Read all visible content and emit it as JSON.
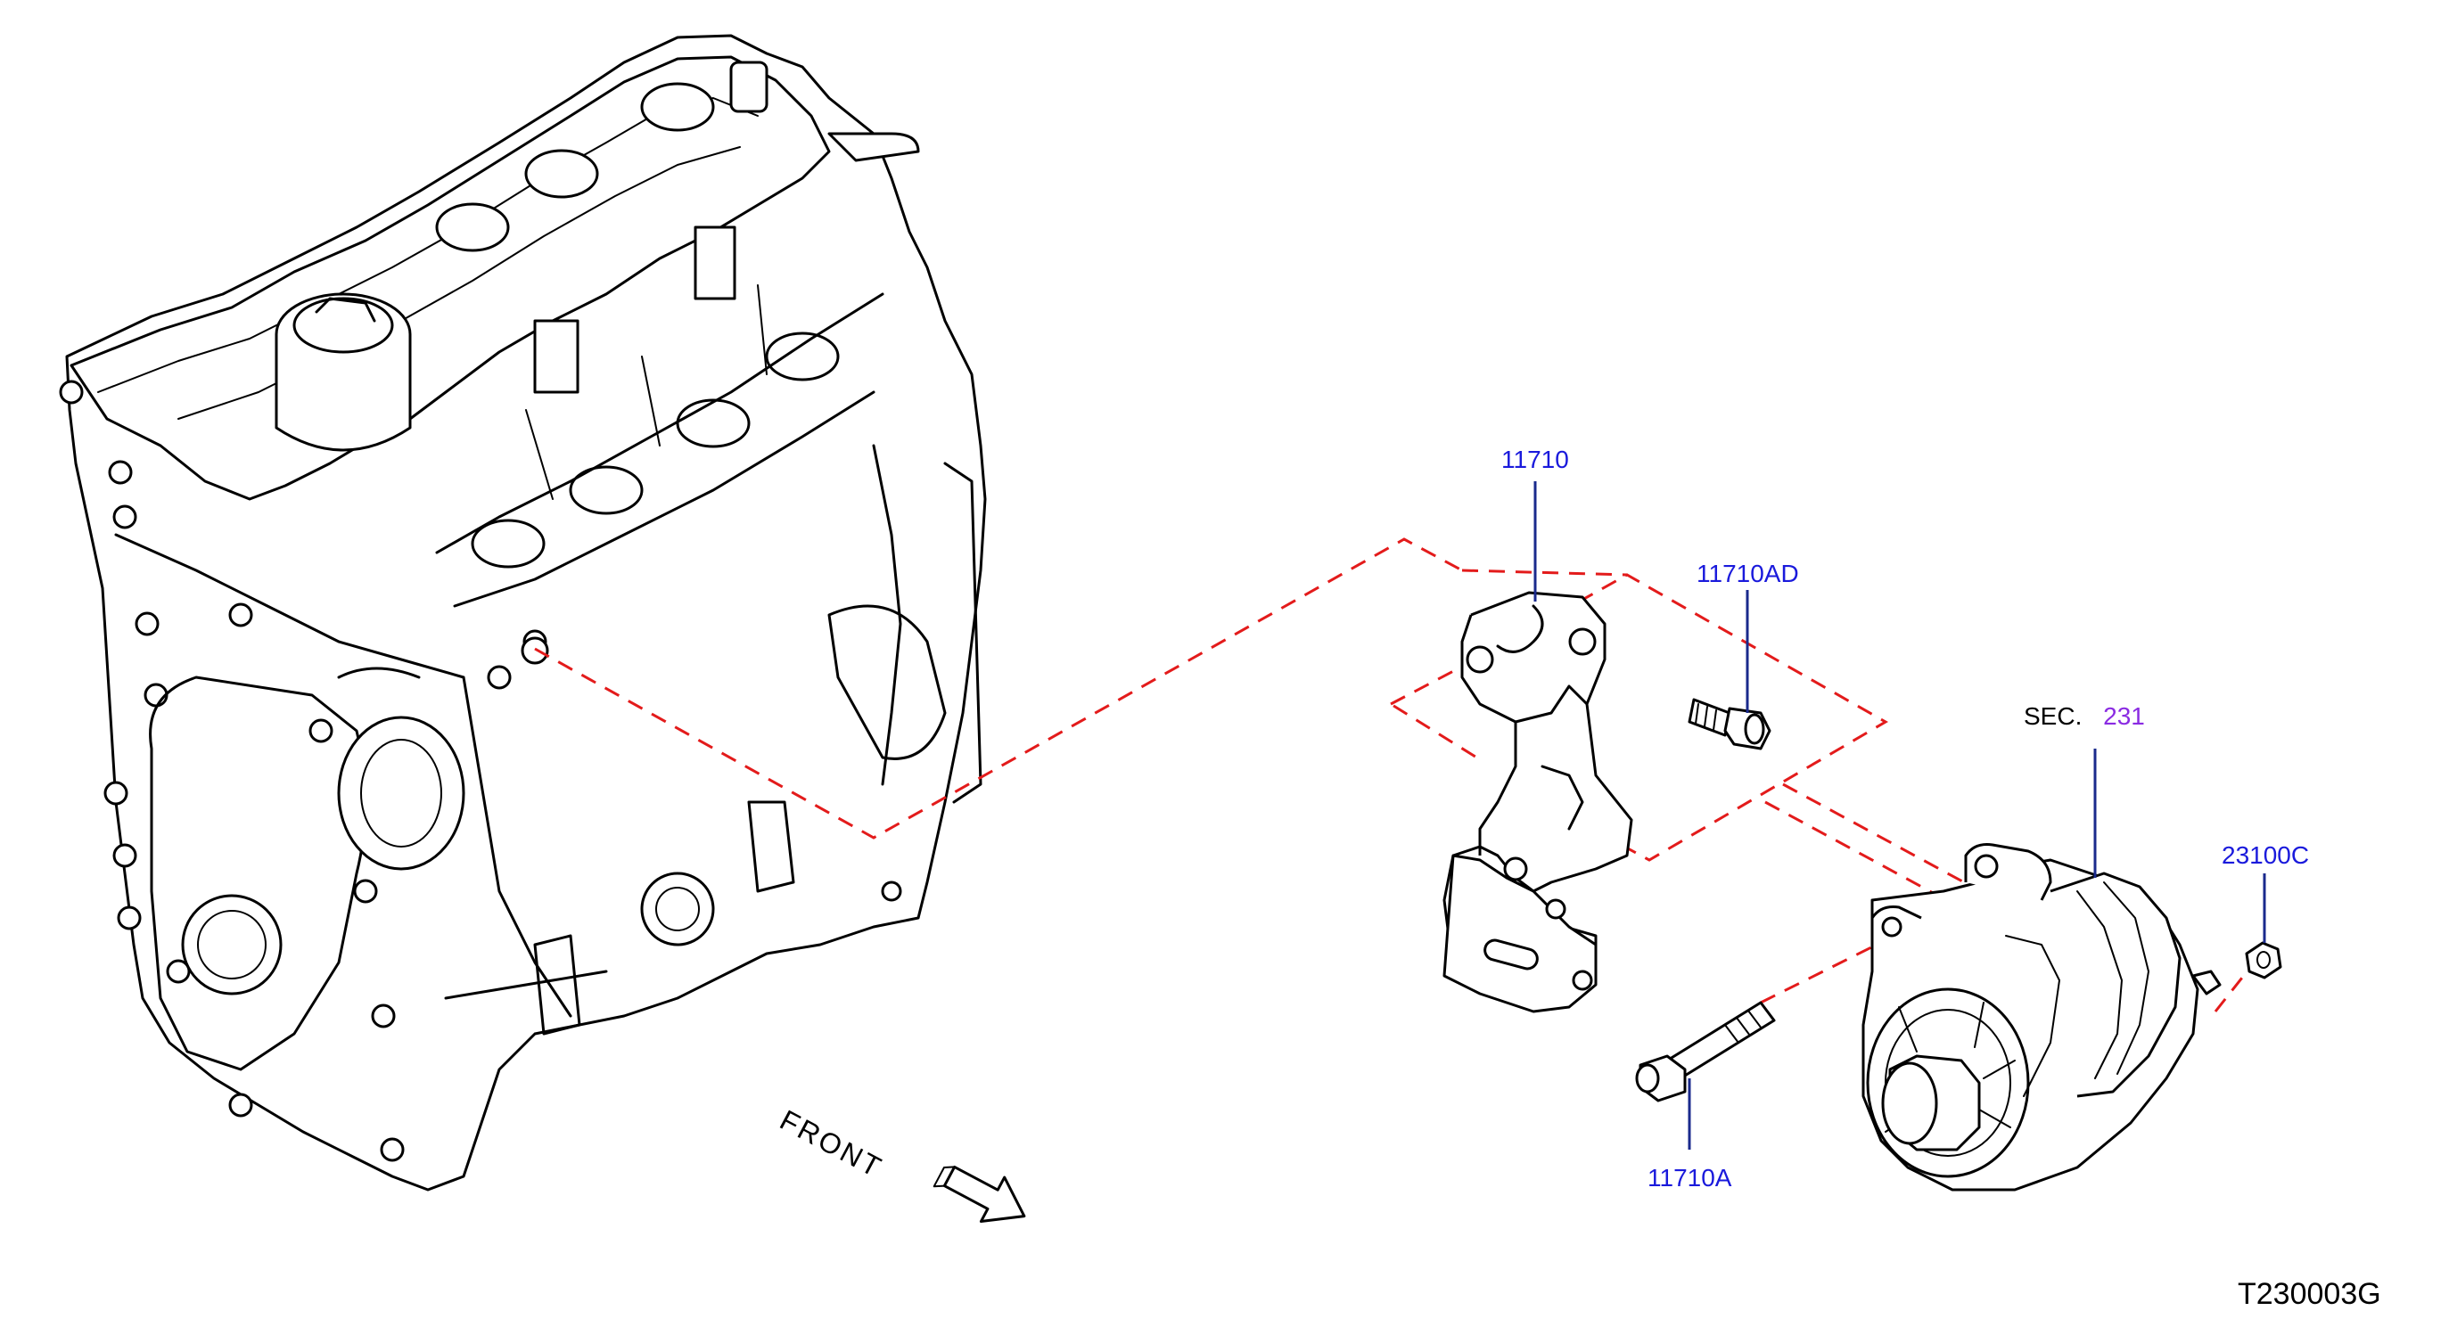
{
  "colors": {
    "part_number": "#1a1adc",
    "section_number": "#8a2be2",
    "dashed_guide": "#e31b1b",
    "leader_line": "#1a2a8c",
    "text_default": "#000000"
  },
  "callouts": {
    "bracket": "11710",
    "bracket_bolt_upper": "11710AD",
    "bracket_bolt_lower": "11710A",
    "nut": "23100C"
  },
  "section_ref": {
    "prefix": "SEC.",
    "number": "231"
  },
  "direction_label": "FRONT",
  "diagram_code": "T230003G",
  "icons": {
    "front_arrow": "front-arrow-icon"
  }
}
